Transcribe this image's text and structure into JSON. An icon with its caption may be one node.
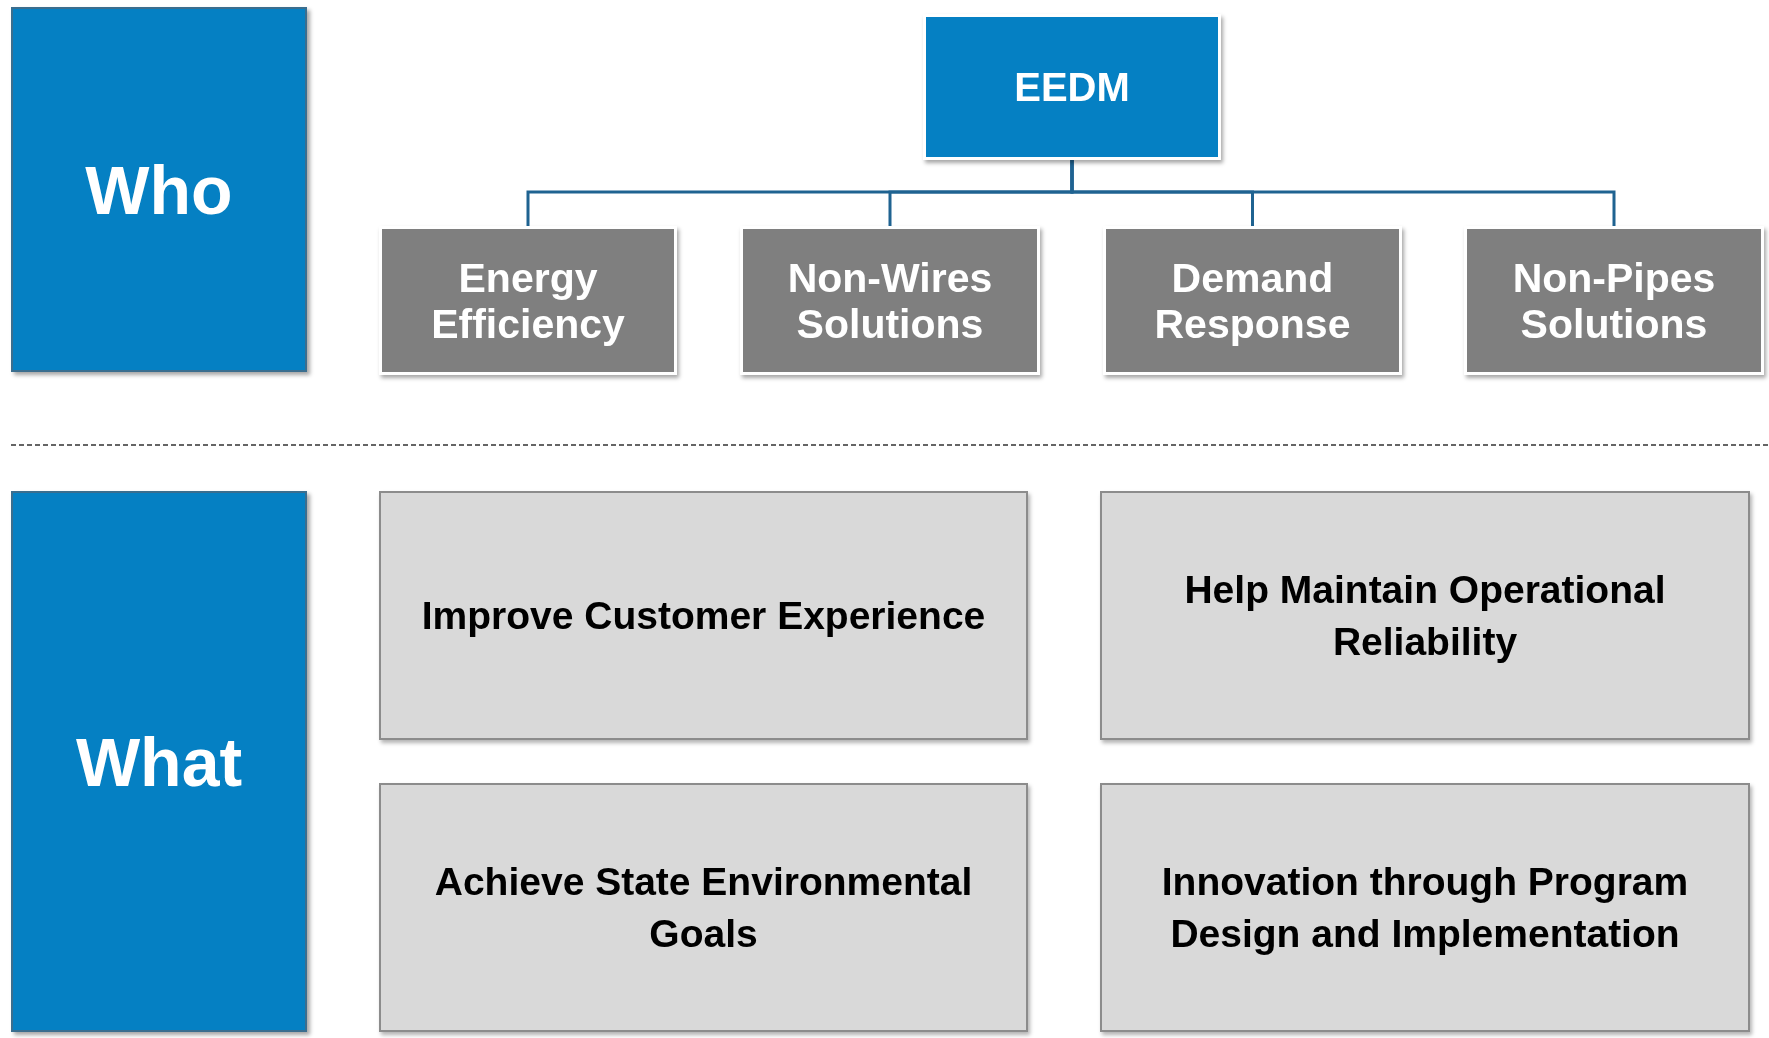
{
  "diagram": {
    "nodes": [
      {
        "text": [
          "Who"
        ]
      },
      {
        "text": [
          "EEDM"
        ]
      },
      {
        "text": [
          "Energy Efficiency"
        ]
      },
      {
        "text": [
          "Non-Wires Solutions"
        ]
      },
      {
        "text": [
          "Demand Response"
        ]
      },
      {
        "text": [
          "Non-Pipes Solutions"
        ]
      },
      {
        "text": [
          "What"
        ]
      },
      {
        "text": [
          "Improve Customer Experience"
        ]
      },
      {
        "text": [
          "Help Maintain Operational Reliability"
        ]
      },
      {
        "text": [
          "Achieve State Environmental Goals"
        ]
      },
      {
        "text": [
          "Innovation through Program Design and Implementation"
        ]
      }
    ],
    "edges": [
      {
        "from": 1,
        "to": 2,
        "arrow": "none"
      },
      {
        "from": 1,
        "to": 3,
        "arrow": "none"
      },
      {
        "from": 1,
        "to": 4,
        "arrow": "none"
      },
      {
        "from": 1,
        "to": 5,
        "arrow": "none"
      }
    ]
  }
}
